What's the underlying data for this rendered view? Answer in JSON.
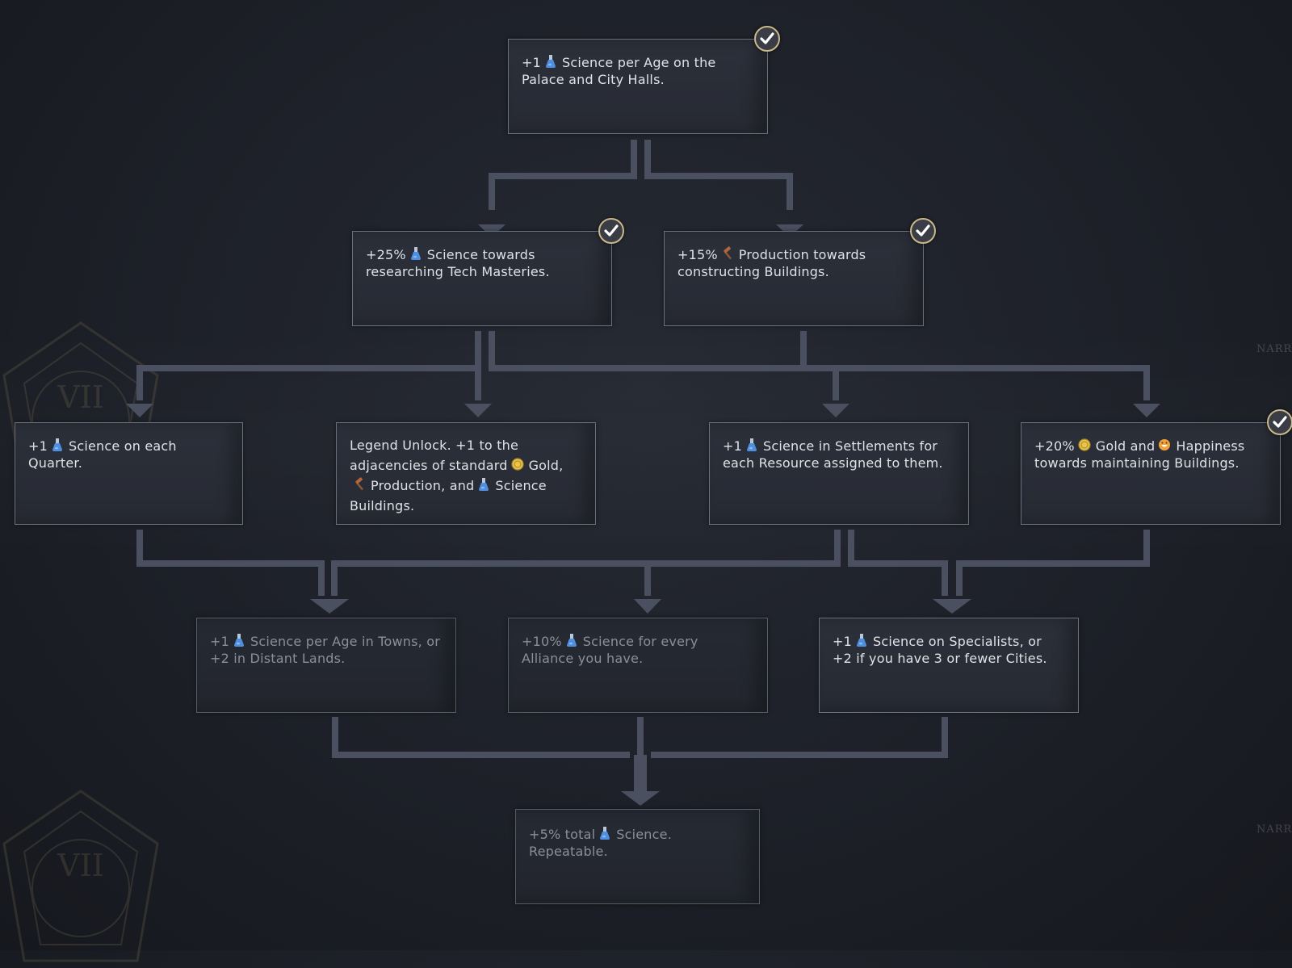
{
  "colors": {
    "background": "#1d2028",
    "node_fill": "#2b2e37",
    "node_border": "#6b7080",
    "connector": "#4a5060",
    "text": "#dfe2e8",
    "text_dim": "#8a8f9b",
    "check_ring": "#c9b98b",
    "science_icon": "#4f8fe0",
    "gold_icon": "#e8c64a",
    "happiness_icon": "#f0a33a",
    "production_icon": "#b5653e"
  },
  "watermark": {
    "label_top": "NARRA",
    "label_bottom": "NARRA",
    "emblem_numeral": "VII"
  },
  "tree": {
    "root": {
      "completed": true,
      "parts": [
        {
          "t": "+1"
        },
        {
          "icon": "science-icon"
        },
        {
          "t": "Science per Age on the Palace and City Halls."
        }
      ]
    },
    "tier2": [
      {
        "completed": true,
        "parts": [
          {
            "t": "+25%"
          },
          {
            "icon": "science-icon"
          },
          {
            "t": "Science towards researching Tech Masteries."
          }
        ]
      },
      {
        "completed": true,
        "parts": [
          {
            "t": "+15%"
          },
          {
            "icon": "production-icon"
          },
          {
            "t": "Production towards constructing Buildings."
          }
        ]
      }
    ],
    "tier3": [
      {
        "completed": false,
        "parts": [
          {
            "t": "+1"
          },
          {
            "icon": "science-icon"
          },
          {
            "t": "Science on each Quarter."
          }
        ]
      },
      {
        "completed": false,
        "parts": [
          {
            "t": "Legend Unlock. +1 to the adjacencies of standard"
          },
          {
            "icon": "gold-icon"
          },
          {
            "t": "Gold,"
          },
          {
            "icon": "production-icon"
          },
          {
            "t": "Production, and"
          },
          {
            "icon": "science-icon"
          },
          {
            "t": "Science Buildings."
          }
        ]
      },
      {
        "completed": false,
        "parts": [
          {
            "t": "+1"
          },
          {
            "icon": "science-icon"
          },
          {
            "t": "Science in Settlements for each Resource assigned to them."
          }
        ]
      },
      {
        "completed": true,
        "parts": [
          {
            "t": "+20%"
          },
          {
            "icon": "gold-icon"
          },
          {
            "t": "Gold and"
          },
          {
            "icon": "happiness-icon"
          },
          {
            "t": "Happiness towards maintaining Buildings."
          }
        ]
      }
    ],
    "tier4": [
      {
        "completed": false,
        "dim": true,
        "parts": [
          {
            "t": "+1"
          },
          {
            "icon": "science-icon"
          },
          {
            "t": "Science per Age in Towns, or +2 in Distant Lands."
          }
        ]
      },
      {
        "completed": false,
        "dim": true,
        "parts": [
          {
            "t": "+10%"
          },
          {
            "icon": "science-icon"
          },
          {
            "t": "Science for every Alliance you have."
          }
        ]
      },
      {
        "completed": false,
        "dim": false,
        "parts": [
          {
            "t": "+1"
          },
          {
            "icon": "science-icon"
          },
          {
            "t": "Science on Specialists, or +2 if you have 3 or fewer Cities."
          }
        ]
      }
    ],
    "final": {
      "completed": false,
      "dim": true,
      "parts": [
        {
          "t": "+5% total"
        },
        {
          "icon": "science-icon"
        },
        {
          "t": "Science. Repeatable."
        }
      ]
    }
  }
}
